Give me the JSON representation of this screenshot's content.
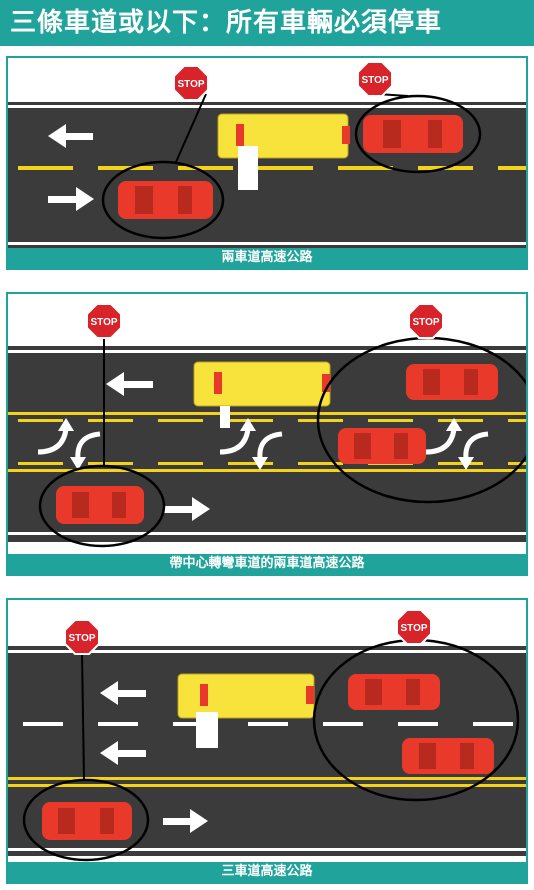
{
  "header": {
    "title": "三條車道或以下：所有車輛必須停車"
  },
  "panels": [
    {
      "caption": "兩車道高速公路",
      "stop_sign_left": "STOP",
      "stop_sign_right": "STOP"
    },
    {
      "caption": "帶中心轉彎車道的兩車道高速公路",
      "stop_sign_left": "STOP",
      "stop_sign_right": "STOP"
    },
    {
      "caption": "三車道高速公路",
      "stop_sign_left": "STOP",
      "stop_sign_right": "STOP"
    }
  ],
  "colors": {
    "accent": "#1fa39a",
    "road": "#3b3b3b",
    "lane_yellow": "#f2d21b",
    "car_red": "#e8392a",
    "bus_yellow": "#f8e23c",
    "stop_red": "#d8232a"
  }
}
